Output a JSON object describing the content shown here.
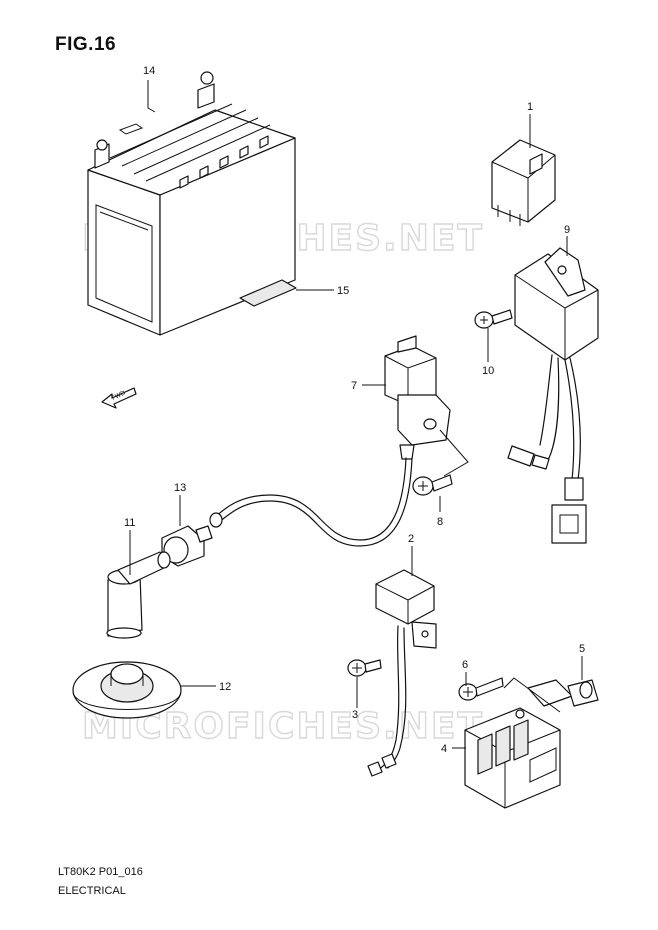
{
  "figure": {
    "title": "FIG.16",
    "model_code": "LT80K2 P01_016",
    "section": "ELECTRICAL",
    "watermark": "MICROFICHES.NET",
    "fwd_label": "FWD"
  },
  "callouts": {
    "c1": "1",
    "c2": "2",
    "c3": "3",
    "c4": "4",
    "c5": "5",
    "c6": "6",
    "c7": "7",
    "c8": "8",
    "c9": "9",
    "c10": "10",
    "c11": "11",
    "c12": "12",
    "c13": "13",
    "c14": "14",
    "c15": "15"
  },
  "colors": {
    "line": "#111111",
    "watermark": "#d8d8d8",
    "background": "#ffffff"
  }
}
